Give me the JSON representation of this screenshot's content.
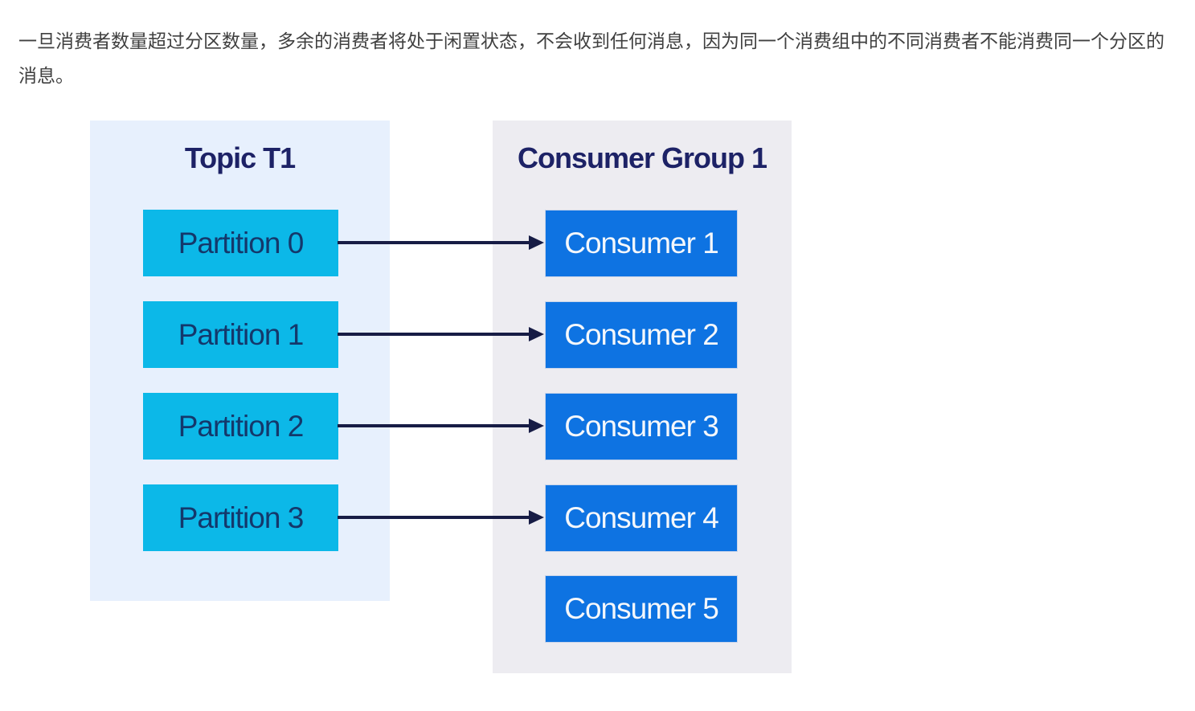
{
  "intro": {
    "text": "一旦消费者数量超过分区数量，多余的消费者将处于闲置状态，不会收到任何消息，因为同一个消费组中的不同消费者不能消费同一个分区的消息。"
  },
  "diagram": {
    "topic_panel": {
      "title": "Topic T1",
      "partitions": [
        "Partition 0",
        "Partition 1",
        "Partition 2",
        "Partition 3"
      ]
    },
    "consumer_panel": {
      "title": "Consumer Group 1",
      "consumers": [
        "Consumer 1",
        "Consumer 2",
        "Consumer 3",
        "Consumer 4",
        "Consumer 5"
      ]
    },
    "connections": [
      {
        "from": "Partition 0",
        "to": "Consumer 1"
      },
      {
        "from": "Partition 1",
        "to": "Consumer 2"
      },
      {
        "from": "Partition 2",
        "to": "Consumer 3"
      },
      {
        "from": "Partition 3",
        "to": "Consumer 4"
      }
    ],
    "idle_consumers": [
      "Consumer 5"
    ]
  },
  "colors": {
    "page_bg": "#ffffff",
    "intro_text": "#404040",
    "topic_panel_bg": "#e7f0fd",
    "consumer_panel_bg": "#edecf1",
    "partition_box": "#0cb8e8",
    "partition_text": "#14386b",
    "consumer_box": "#0e73e2",
    "consumer_text": "#f4f7fb",
    "title_text": "#1d2266",
    "arrow": "#171c45"
  }
}
